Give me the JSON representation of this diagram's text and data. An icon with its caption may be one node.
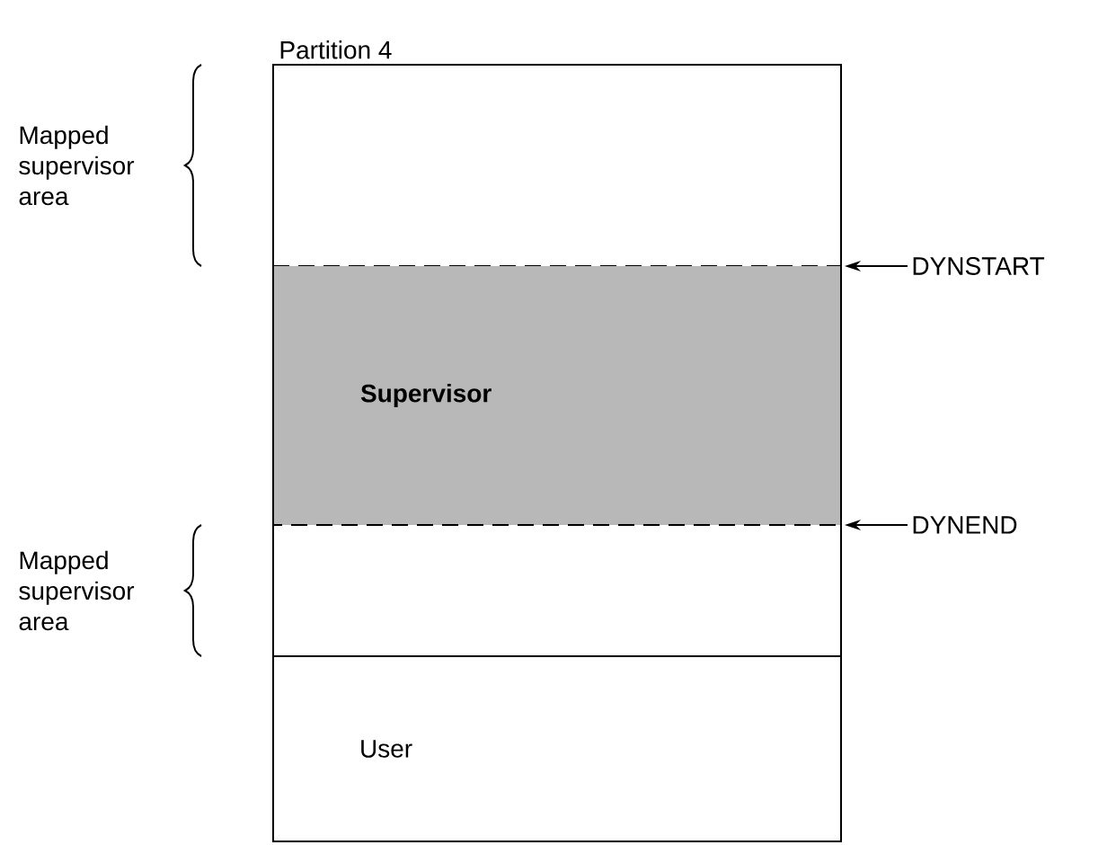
{
  "diagram": {
    "nodes": [
      {
        "text": [
          "Partition 4"
        ]
      },
      {
        "text": [],
        "shape": "box",
        "in": 0
      },
      {
        "text": [
          "Supervisor"
        ],
        "in": 0
      },
      {
        "text": [],
        "shape": "box",
        "in": 0
      },
      {
        "text": [
          "User"
        ],
        "in": 0
      },
      {
        "text": [
          "DYNSTART"
        ]
      },
      {
        "text": [
          "DYNEND"
        ]
      }
    ],
    "edges": [
      {
        "from": 5,
        "to": 1,
        "arrow": "to"
      },
      {
        "from": 6,
        "to": 3,
        "arrow": "to"
      }
    ],
    "labels": [
      "Mapped supervisor area",
      "Mapped supervisor area"
    ]
  }
}
